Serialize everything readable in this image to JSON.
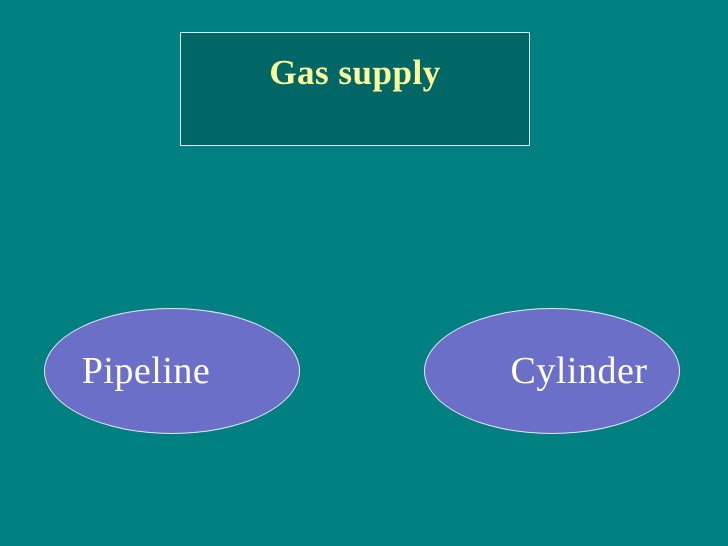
{
  "colors": {
    "background": "#008080",
    "title_box_fill": "#006666",
    "title_text": "#ffff99",
    "node_fill": "#6b6fc8",
    "node_text": "#ffffff"
  },
  "title": {
    "text": "Gas supply"
  },
  "nodes": [
    {
      "label": "Pipeline"
    },
    {
      "label": "Cylinder"
    }
  ]
}
